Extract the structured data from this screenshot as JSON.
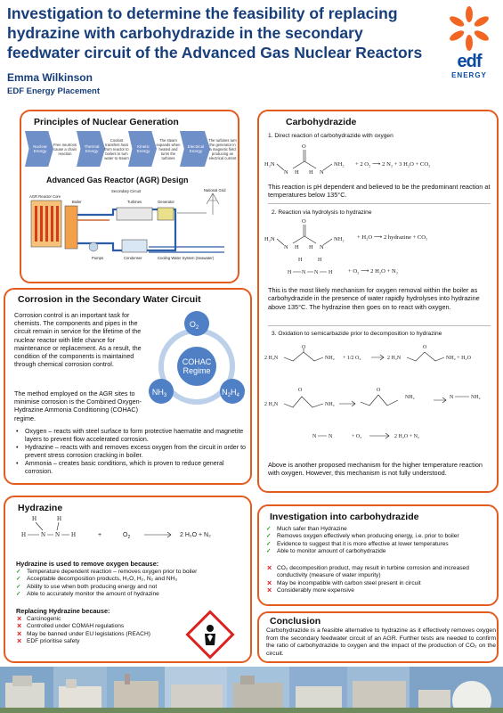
{
  "header": {
    "title": "Investigation to determine the feasibility of replacing hydrazine with carbohydrazide in the secondary feedwater circuit of the Advanced Gas Nuclear Reactors",
    "author": "Emma Wilkinson",
    "department": "EDF Energy Placement",
    "logo_text": "edf",
    "logo_sub": "ENERGY"
  },
  "principles": {
    "title": "Principles of Nuclear Generation",
    "steps": [
      "Nuclear Energy",
      "Thermal Energy",
      "Kinetic Energy",
      "Electrical Energy"
    ],
    "notes": [
      "Free neutrons cause a chain reaction",
      "Coolant transfers heat from reactor to boilers to turn water to steam",
      "The steam expands when heated and turns the turbines",
      "The turbines turn the generator in a magnetic field producing an electrical current"
    ],
    "agr_title": "Advanced Gas Reactor (AGR) Design",
    "agr_labels": [
      "AGR Reactor Core",
      "Boiler",
      "Secondary Circuit",
      "Turbines",
      "Generator",
      "National Grid",
      "Pumps",
      "Condenser",
      "Cooling Water System (Seawater)"
    ]
  },
  "corrosion": {
    "title": "Corrosion in the Secondary Water Circuit",
    "para1": "Corrosion control is an important task for chemists. The components and pipes in the circuit remain in service for the lifetime of the nuclear reactor with little chance for maintenance or replacement. As a result, the condition of the components is maintained through chemical corrosion control.",
    "para2": "The method employed on the AGR sites to minimise corrosion is the Combined Oxygen-Hydrazine Ammonia Conditioning (COHAC) regime.",
    "bullets": [
      "Oxygen – reacts with steel surface to form protective haematite and magnetite layers to prevent flow accelerated corrosion.",
      "Hydrazine – reacts with and removes excess oxygen from the circuit in order to prevent stress corrosion cracking in boiler.",
      "Ammonia – creates basic conditions, which is proven to reduce general corrosion."
    ],
    "center_label1": "COHAC",
    "center_label2": "Regime",
    "o2": "O",
    "o2_sub": "2",
    "nh3": "NH",
    "nh3_sub": "3",
    "n2h4": "N",
    "n2h4_sub1": "2",
    "n2h4_mid": "H",
    "n2h4_sub2": "4"
  },
  "hydrazine": {
    "title": "Hydrazine",
    "reaction_rhs": "2 H₂O  +  N₂",
    "used_title": "Hydrazine is used to remove oxygen because:",
    "pros": [
      "Temperature dependent reaction – removes oxygen prior to boiler",
      "Acceptable decomposition products, H₂O, H₂, N₂ and NH₃",
      "Ability to use when both producing energy and not",
      "Able to accurately monitor the amount of hydrazine"
    ],
    "replace_title": "Replacing Hydrazine because:",
    "cons": [
      "Carcinogenic",
      "Controlled under COMAH regulations",
      "May be banned under EU legislations (REACH)",
      "EDF prioritise safety"
    ]
  },
  "carbohydrazide": {
    "title": "Carbohydrazide",
    "r1_label": "1.  Direct reaction of carbohydrazide with oxygen",
    "r1_eq": "+ 2 O₂  ⟶  2 N₂ + 3 H₂O + CO₂",
    "r1_text": "This reaction is pH dependent and believed to be the predominant reaction at temperatures below 135°C.",
    "r2_label": "2.  Reaction via hydrolysis to hydrazine",
    "r2_eq1": "+  H₂O  ⟶  2 hydrazine  +  CO₂",
    "r2_eq2": "+  O₂  ⟶  2 H₂O  +  N₂",
    "r2_text": "This is the most likely mechanism for oxygen removal within the boiler as carbohydrazide in the presence of water rapidly hydrolyses into hydrazine above 135°C. The hydrazine then goes on to react with oxygen.",
    "r3_label": "3.  Oxidation to semicarbazide prior to decomposition to hydrazine",
    "r3_text": "Above is another proposed mechanism for the higher temperature reaction with oxygen. However, this mechanism is not fully understood."
  },
  "investigation": {
    "title": "Investigation into carbohydrazide",
    "pros": [
      "Much safer than Hydrazine",
      "Removes oxygen effectively when producing energy, i.e. prior to boiler",
      "Evidence to suggest that it is more effective at lower temperatures",
      "Able to monitor amount of carbohydrazide"
    ],
    "cons": [
      "CO₂ decomposition product, may result in turbine corrosion and increased conductivity (measure of water impurity)",
      "May be incompatible with carbon steel present in circuit",
      "Considerably more expensive"
    ]
  },
  "conclusion": {
    "title": "Conclusion",
    "text": "Carbohydrazide is a feasible alternative to hydrazine as it effectively removes oxygen from the secondary feedwater circuit of an AGR. Further tests are needed to confirm the ratio of carbohydrazide to oxygen and the impact of the production of CO₂ on the circuit."
  },
  "colors": {
    "accent": "#e35b1f",
    "title_blue": "#173e7a",
    "flow_blue": "#6f8fc8",
    "circle_blue": "#4f7fc4"
  }
}
